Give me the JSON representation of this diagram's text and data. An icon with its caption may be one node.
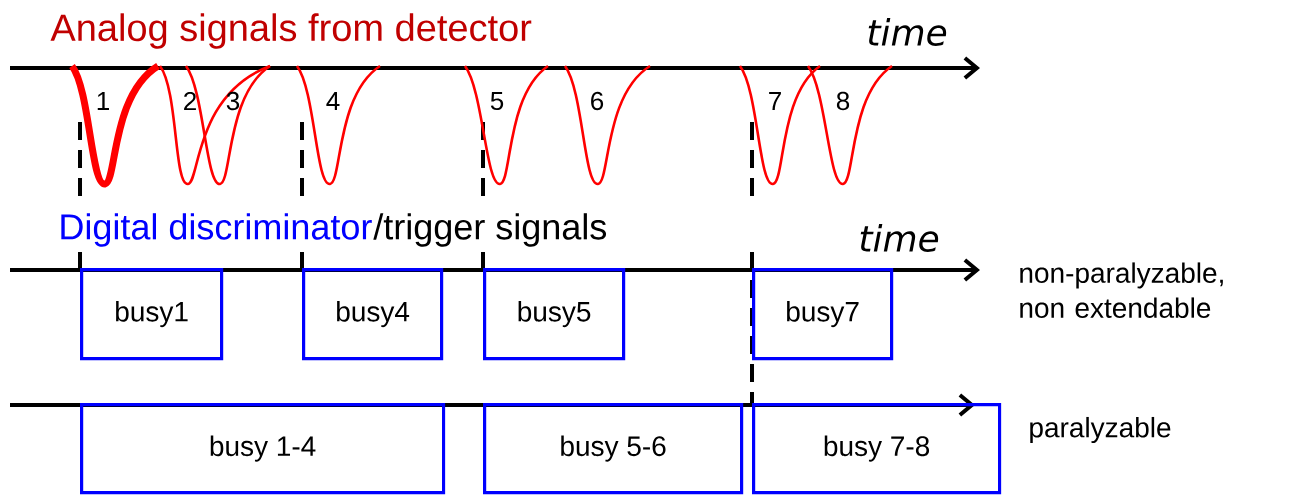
{
  "diagram": {
    "nodes": [
      {
        "text": [
          "busy1"
        ]
      },
      {
        "text": [
          "busy4"
        ]
      },
      {
        "text": [
          "busy5"
        ]
      },
      {
        "text": [
          "busy7"
        ]
      },
      {
        "text": [
          "busy 1-4"
        ]
      },
      {
        "text": [
          "busy 5-6"
        ]
      },
      {
        "text": [
          "busy 7-8"
        ]
      }
    ],
    "labels": [
      "Analog signals from detector",
      "time",
      "1",
      "2",
      "3",
      "4",
      "5",
      "6",
      "7",
      "8",
      "Digital discriminator",
      "/trigger signals",
      "time",
      "non-paralyzable, non extendable",
      "paralyzable"
    ]
  }
}
